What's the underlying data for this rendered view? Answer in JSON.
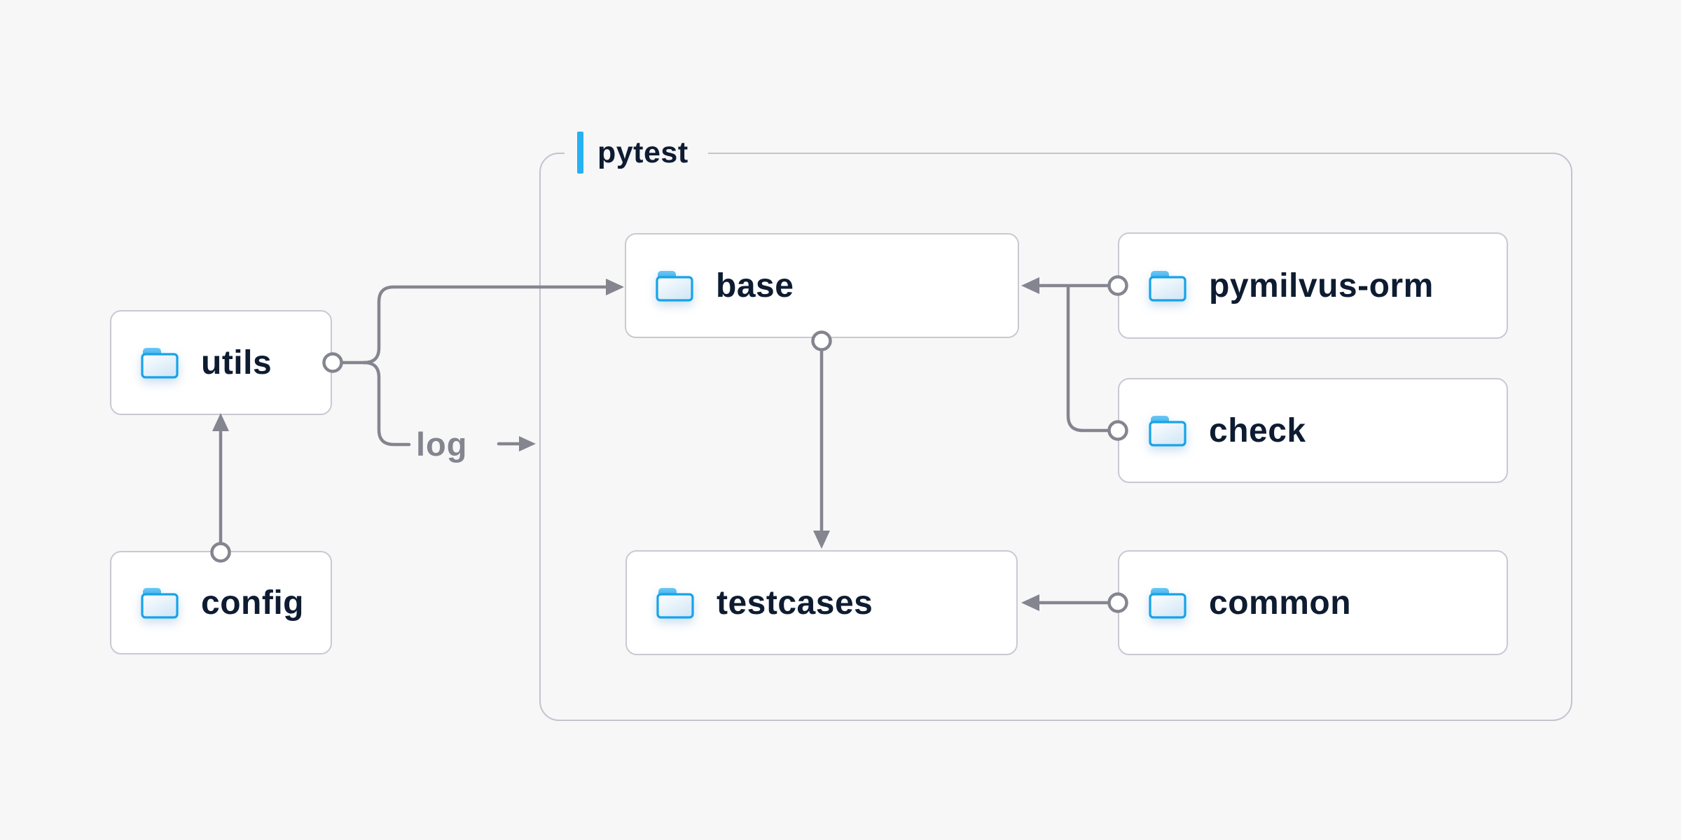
{
  "diagram": {
    "group": {
      "label": "pytest"
    },
    "nodes": [
      {
        "id": "utils",
        "label": "utils",
        "icon": "folder-icon"
      },
      {
        "id": "config",
        "label": "config",
        "icon": "folder-icon"
      },
      {
        "id": "base",
        "label": "base",
        "icon": "folder-icon"
      },
      {
        "id": "pymilvus-orm",
        "label": "pymilvus-orm",
        "icon": "folder-icon"
      },
      {
        "id": "check",
        "label": "check",
        "icon": "folder-icon"
      },
      {
        "id": "testcases",
        "label": "testcases",
        "icon": "folder-icon"
      },
      {
        "id": "common",
        "label": "common",
        "icon": "folder-icon"
      }
    ],
    "edges": [
      {
        "from": "config",
        "to": "utils",
        "label": ""
      },
      {
        "from": "utils",
        "to": "base",
        "label": ""
      },
      {
        "from": "utils",
        "to": "pytest",
        "label": "log"
      },
      {
        "from": "pymilvus-orm",
        "to": "base",
        "label": ""
      },
      {
        "from": "check",
        "to": "base",
        "label": ""
      },
      {
        "from": "base",
        "to": "testcases",
        "label": ""
      },
      {
        "from": "common",
        "to": "testcases",
        "label": ""
      }
    ]
  },
  "colors": {
    "page_bg": "#f7f7f8",
    "node_bg": "#ffffff",
    "node_border": "#c9c9d3",
    "group_border": "#c2c3cd",
    "line_gray": "#84858f",
    "text_navy": "#0e1c31",
    "label_gray": "#84858f",
    "accent_blue": "#25b1f2",
    "folder_blue": "#17a3e9"
  }
}
